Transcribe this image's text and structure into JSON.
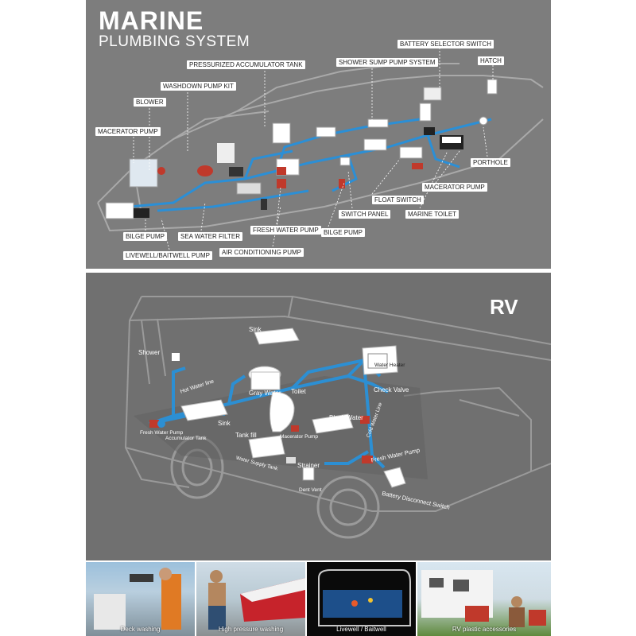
{
  "marine": {
    "title": "MARINE",
    "subtitle": "PLUMBING SYSTEM",
    "labels": {
      "pressurized_accumulator_tank": "PRESSURIZED ACCUMULATOR TANK",
      "shower_sump_pump_system": "SHOWER SUMP PUMP SYSTEM",
      "battery_selector_switch": "BATTERY SELECTOR SWITCH",
      "hatch": "HATCH",
      "washdown_pump_kit": "WASHDOWN PUMP KIT",
      "blower": "BLOWER",
      "macerator_pump_left": "MACERATOR PUMP",
      "porthole": "PORTHOLE",
      "macerator_pump_right": "MACERATOR PUMP",
      "float_switch": "FLOAT SWITCH",
      "switch_panel": "SWITCH PANEL",
      "marine_toilet": "MARINE TOILET",
      "bilge_pump_right": "BILGE PUMP",
      "fresh_water_pump": "FRESH WATER PUMP",
      "bilge_pump_left": "BILGE PUMP",
      "sea_water_filter": "SEA WATER FILTER",
      "livewell_baitwell_pump": "LIVEWELL/BAITWELL PUMP",
      "air_conditioning_pump": "AIR CONDITIONING PUMP"
    }
  },
  "rv": {
    "title": "RV",
    "labels": {
      "sink_top": "Sink",
      "shower": "Shower",
      "hot_water_line": "Hot Water line",
      "water_heater": "Water Heater",
      "gray_water": "Gray Water",
      "toilet": "Toilet",
      "check_valve": "Check Valve",
      "sink_lower": "Sink",
      "fresh_water_pump_left": "Fresh Water Pump",
      "accumulator_tank": "Accumulator Tank",
      "black_water": "Black Water",
      "cold_water_line": "Cold Water Line",
      "tank_fill": "Tank fill",
      "macerator_pump": "Macerator Pump",
      "fresh_water_pump_right": "Fresh Water Pump",
      "water_supply_tank": "Water Supply Tank",
      "strainer": "Strainer",
      "dent_vent": "Dent Vent",
      "battery_disconnect_switch": "Battery Disconnect Switch"
    }
  },
  "photos": [
    {
      "caption": "Deck washing"
    },
    {
      "caption": "High pressure washing"
    },
    {
      "caption": "Livewell / Baitwell"
    },
    {
      "caption": "RV plastic accessories"
    }
  ]
}
